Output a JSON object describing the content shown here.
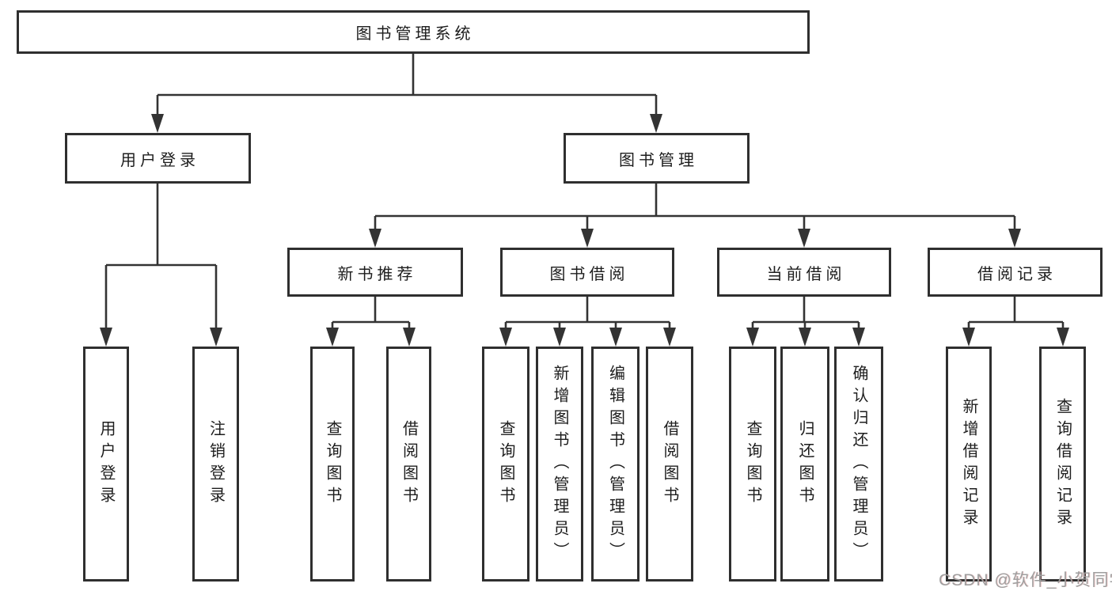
{
  "diagram": {
    "root": {
      "label": "图书管理系统",
      "children": [
        {
          "label": "用户登录",
          "children": [
            {
              "label": "用户登录"
            },
            {
              "label": "注销登录"
            }
          ]
        },
        {
          "label": "图书管理",
          "children": [
            {
              "label": "新书推荐",
              "children": [
                {
                  "label": "查询图书"
                },
                {
                  "label": "借阅图书"
                }
              ]
            },
            {
              "label": "图书借阅",
              "children": [
                {
                  "label": "查询图书"
                },
                {
                  "label": "新增图书（管理员）"
                },
                {
                  "label": "编辑图书（管理员）"
                },
                {
                  "label": "借阅图书"
                }
              ]
            },
            {
              "label": "当前借阅",
              "children": [
                {
                  "label": "查询图书"
                },
                {
                  "label": "归还图书"
                },
                {
                  "label": "确认归还（管理员）"
                }
              ]
            },
            {
              "label": "借阅记录",
              "children": [
                {
                  "label": "新增借阅记录"
                },
                {
                  "label": "查询借阅记录"
                }
              ]
            }
          ]
        }
      ]
    },
    "watermark": "CSDN @软件_小贺同学",
    "colors": {
      "line": "#333333",
      "box_border": "#2f2f2f",
      "text": "#1d1d1d",
      "watermark": "#9f9f9f",
      "background": "#ffffff"
    }
  }
}
